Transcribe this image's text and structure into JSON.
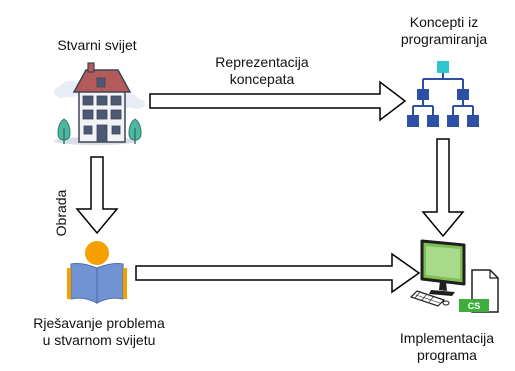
{
  "nodes": {
    "real_world": {
      "label": "Stvarni svijet"
    },
    "programming_concepts": {
      "label_lines": [
        "Koncepti iz",
        "programiranja"
      ]
    },
    "real_world_problem_solving": {
      "label_lines": [
        "Rješavanje problema",
        "u stvarnom svijetu"
      ]
    },
    "program_implementation": {
      "label_lines": [
        "Implementacija",
        "programa"
      ],
      "badge": "CS"
    }
  },
  "edges": {
    "representation": {
      "label_lines": [
        "Reprezentacija",
        "koncepata"
      ]
    },
    "processing": {
      "label": "Obrada"
    }
  },
  "colors": {
    "house_body": "#f1f3f6",
    "house_roof": "#b55a5a",
    "window": "#4b5a72",
    "cloud": "#e8edf5",
    "tree": "#4fb6a0",
    "hierarchy_root": "#2ec7cf",
    "hierarchy_nodes": "#2d4fa6",
    "person_head": "#f6a000",
    "book": "#6f93d3",
    "monitor": "#1f1f1f",
    "screen": "#7fbf52",
    "cs_badge": "#3fae3f",
    "arrow_stroke": "#000000"
  }
}
